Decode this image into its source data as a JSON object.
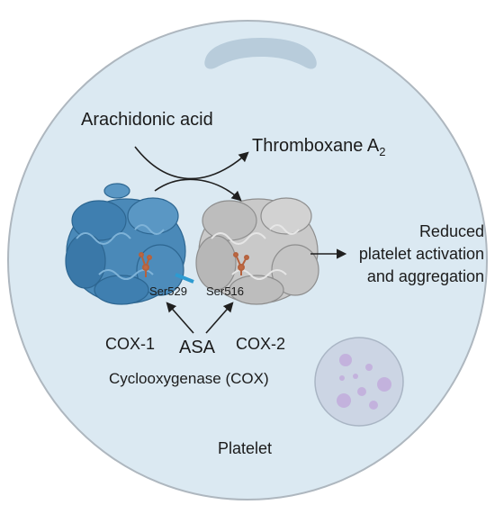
{
  "diagram": {
    "substrate": "Arachidonic acid",
    "product_main": "Thromboxane A",
    "product_sub": "2",
    "outcome_lines": [
      "Reduced",
      "platelet activation",
      "and aggregation"
    ],
    "enzyme_left": "COX-1",
    "enzyme_right": "COX-2",
    "residue_left": "Ser529",
    "residue_right": "Ser516",
    "inhibitor": "ASA",
    "enzyme_group": "Cyclooxygenase (COX)",
    "cell": "Platelet"
  },
  "colors": {
    "cell_fill": "#dbe9f2",
    "cell_border": "#aeb7bf",
    "organelle": "#b8ccdb",
    "cox1": "#3f7fb0",
    "cox2": "#bcbcbc",
    "inhibitor_site": "#b5623e",
    "granule": "#c3b2dd",
    "arrow": "#1f1f1f"
  }
}
